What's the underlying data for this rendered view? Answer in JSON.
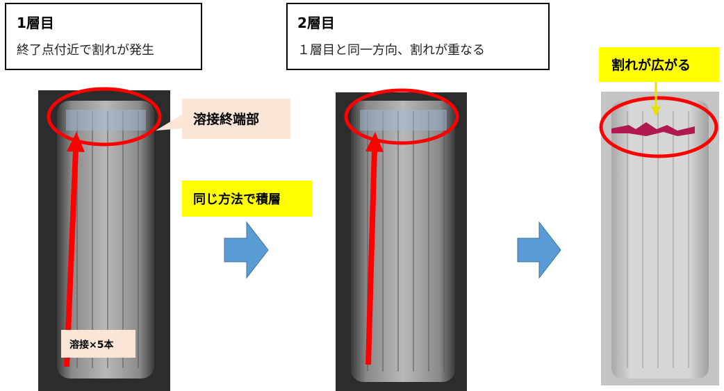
{
  "layer1": {
    "title": "1層目",
    "description": "終了点付近で割れが発生"
  },
  "layer2": {
    "title": "2層目",
    "description": "１層目と同一方向、割れが重なる"
  },
  "labels": {
    "weld_end": "溶接終端部",
    "same_method": "同じ方法で積層",
    "crack_spread": "割れが広がる",
    "weld_count": "溶接×5本"
  },
  "colors": {
    "highlight_red": "#ff0000",
    "peach": "#fbe5d6",
    "yellow": "#ffff00",
    "arrow_blue": "#5b9bd5"
  }
}
